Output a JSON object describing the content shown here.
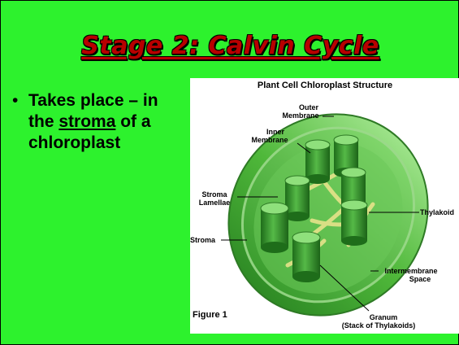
{
  "slide": {
    "title": "Stage 2: Calvin Cycle",
    "bullet_symbol": "•",
    "bullet_before": "Takes place – in the ",
    "bullet_emphasis": "stroma",
    "bullet_after": " of a chloroplast"
  },
  "figure": {
    "title": "Plant Cell Chloroplast Structure",
    "labels": {
      "outer_membrane_1": "Outer",
      "outer_membrane_2": "Membrane",
      "inner_membrane_1": "Inner",
      "inner_membrane_2": "Membrane",
      "stroma_lamellae_1": "Stroma",
      "stroma_lamellae_2": "Lamellae",
      "thylakoid": "Thylakoid",
      "stroma": "Stroma",
      "intermembrane_1": "Intermembrane",
      "intermembrane_2": "Space",
      "granum_1": "Granum",
      "granum_2": "(Stack of Thylakoids)"
    },
    "caption": "Figure 1"
  },
  "colors": {
    "background": "#2df22d",
    "title": "#b80000"
  }
}
